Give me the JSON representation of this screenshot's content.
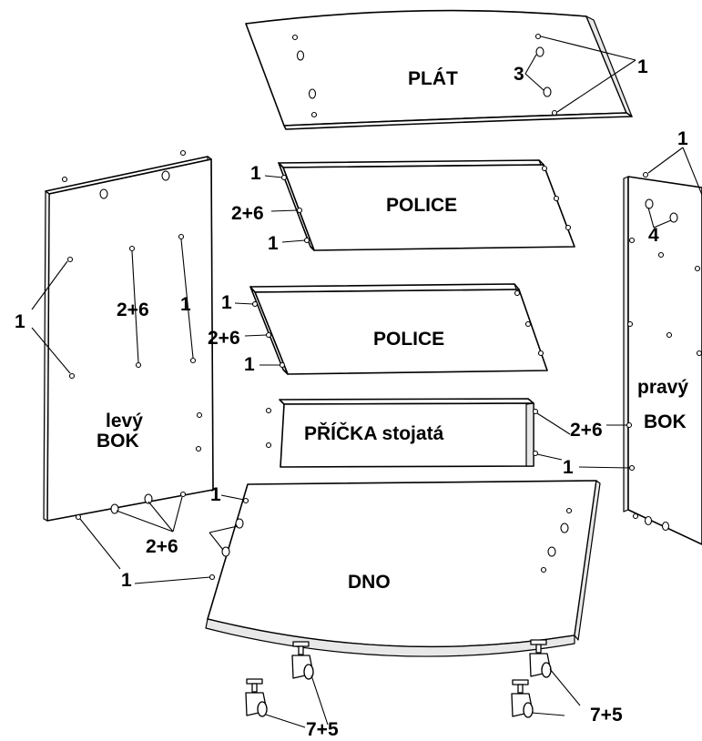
{
  "parts": {
    "top": "PLÁT",
    "shelf_upper": "POLICE",
    "shelf_lower": "POLICE",
    "divider": "PŘÍČKA stojatá",
    "bottom": "DNO",
    "left_side_line1": "levý",
    "left_side_line2": "BOK",
    "right_side_line1": "pravý",
    "right_side_line2": "BOK"
  },
  "callouts": {
    "c1": "1",
    "c3": "3",
    "c4": "4",
    "c26": "2+6",
    "c75": "7+5"
  }
}
